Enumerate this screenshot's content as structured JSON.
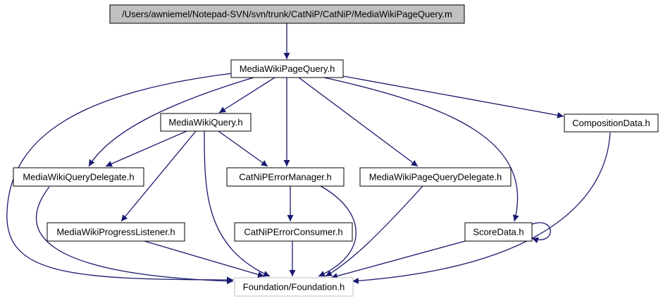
{
  "colors": {
    "edge": "#191970",
    "root_fill": "#c0c0c0",
    "node_fill": "#ffffff",
    "node_border": "#000000",
    "external_border": "#bfbfbf"
  },
  "nodes": {
    "root": "/Users/awniemel/Notepad-SVN/svn/trunk/CatNiP/CatNiP/MediaWikiPageQuery.m",
    "page_query_h": "MediaWikiPageQuery.h",
    "query_h": "MediaWikiQuery.h",
    "composition_h": "CompositionData.h",
    "query_delegate_h": "MediaWikiQueryDelegate.h",
    "error_manager_h": "CatNiPErrorManager.h",
    "page_query_delegate_h": "MediaWikiPageQueryDelegate.h",
    "progress_listener_h": "MediaWikiProgressListener.h",
    "error_consumer_h": "CatNiPErrorConsumer.h",
    "score_h": "ScoreData.h",
    "foundation_h": "Foundation/Foundation.h"
  },
  "edges": [
    {
      "from": "root",
      "to": "page_query_h"
    },
    {
      "from": "page_query_h",
      "to": "query_h"
    },
    {
      "from": "page_query_h",
      "to": "query_delegate_h"
    },
    {
      "from": "page_query_h",
      "to": "error_manager_h"
    },
    {
      "from": "page_query_h",
      "to": "page_query_delegate_h"
    },
    {
      "from": "page_query_h",
      "to": "score_h"
    },
    {
      "from": "page_query_h",
      "to": "composition_h"
    },
    {
      "from": "page_query_h",
      "to": "foundation_h"
    },
    {
      "from": "query_h",
      "to": "query_delegate_h"
    },
    {
      "from": "query_h",
      "to": "error_manager_h"
    },
    {
      "from": "query_h",
      "to": "progress_listener_h"
    },
    {
      "from": "query_h",
      "to": "foundation_h"
    },
    {
      "from": "query_delegate_h",
      "to": "foundation_h"
    },
    {
      "from": "error_manager_h",
      "to": "error_consumer_h"
    },
    {
      "from": "error_manager_h",
      "to": "foundation_h"
    },
    {
      "from": "page_query_delegate_h",
      "to": "foundation_h"
    },
    {
      "from": "progress_listener_h",
      "to": "foundation_h"
    },
    {
      "from": "error_consumer_h",
      "to": "foundation_h"
    },
    {
      "from": "score_h",
      "to": "score_h"
    },
    {
      "from": "score_h",
      "to": "foundation_h"
    },
    {
      "from": "composition_h",
      "to": "foundation_h"
    }
  ]
}
